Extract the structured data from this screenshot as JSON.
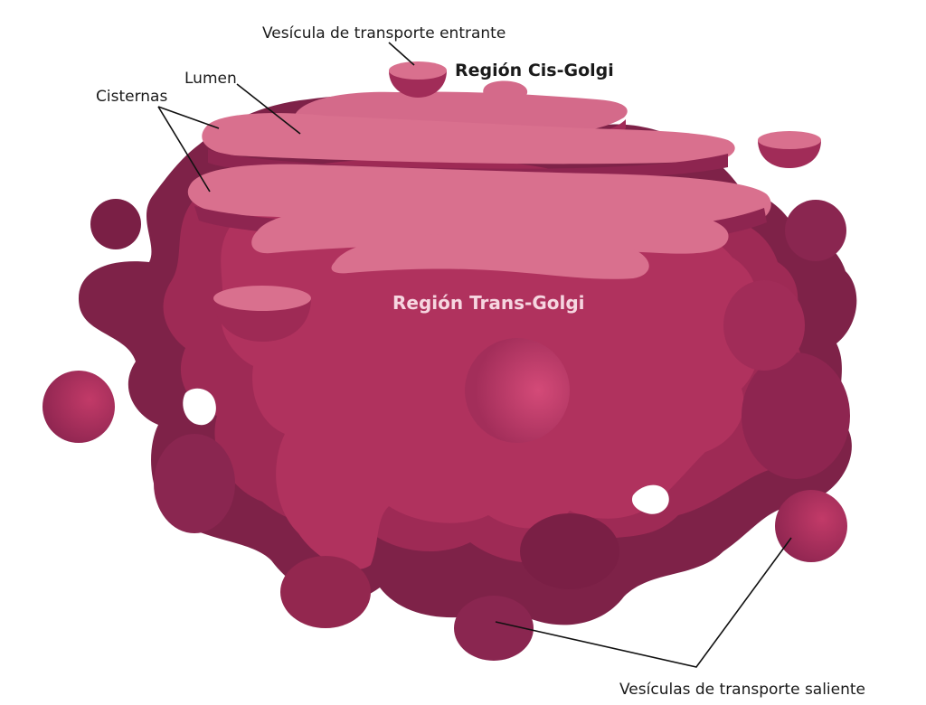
{
  "labels": {
    "incoming_vesicle": "Vesícula de transporte entrante",
    "cis_region": "Región Cis-Golgi",
    "lumen": "Lumen",
    "cisternae": "Cisternas",
    "trans_region": "Región Trans-Golgi",
    "outgoing_vesicles": "Vesículas de transporte saliente"
  },
  "colors": {
    "dark": "#7a1f45",
    "mid": "#a82e5c",
    "main": "#b3345f",
    "light": "#d9708e",
    "highlight": "#c9436e"
  }
}
